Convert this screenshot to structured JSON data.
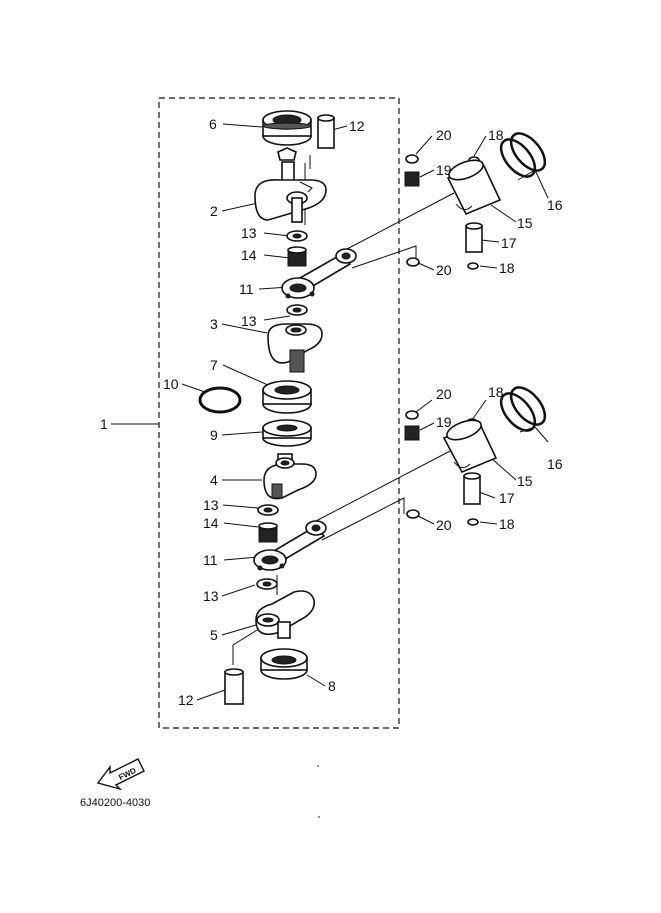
{
  "diagram": {
    "callouts": [
      {
        "id": "c6",
        "text": "6"
      },
      {
        "id": "c12a",
        "text": "12"
      },
      {
        "id": "c20a",
        "text": "20"
      },
      {
        "id": "c18a",
        "text": "18"
      },
      {
        "id": "c19a",
        "text": "19"
      },
      {
        "id": "c16a",
        "text": "16"
      },
      {
        "id": "c2",
        "text": "2"
      },
      {
        "id": "c15a",
        "text": "15"
      },
      {
        "id": "c13a",
        "text": "13"
      },
      {
        "id": "c17a",
        "text": "17"
      },
      {
        "id": "c14a",
        "text": "14"
      },
      {
        "id": "c20b",
        "text": "20"
      },
      {
        "id": "c18b",
        "text": "18"
      },
      {
        "id": "c11a",
        "text": "11"
      },
      {
        "id": "c3",
        "text": "3"
      },
      {
        "id": "c13b",
        "text": "13"
      },
      {
        "id": "c7",
        "text": "7"
      },
      {
        "id": "c10",
        "text": "10"
      },
      {
        "id": "c20c",
        "text": "20"
      },
      {
        "id": "c18c",
        "text": "18"
      },
      {
        "id": "c1",
        "text": "1"
      },
      {
        "id": "c19b",
        "text": "19"
      },
      {
        "id": "c9",
        "text": "9"
      },
      {
        "id": "c16b",
        "text": "16"
      },
      {
        "id": "c15b",
        "text": "15"
      },
      {
        "id": "c4",
        "text": "4"
      },
      {
        "id": "c13c",
        "text": "13"
      },
      {
        "id": "c17b",
        "text": "17"
      },
      {
        "id": "c14b",
        "text": "14"
      },
      {
        "id": "c20d",
        "text": "20"
      },
      {
        "id": "c18d",
        "text": "18"
      },
      {
        "id": "c11b",
        "text": "11"
      },
      {
        "id": "c13d",
        "text": "13"
      },
      {
        "id": "c5",
        "text": "5"
      },
      {
        "id": "c12b",
        "text": "12"
      },
      {
        "id": "c8",
        "text": "8"
      }
    ],
    "fwd_label": "FWD",
    "drawing_code": "6J40200-4030"
  }
}
